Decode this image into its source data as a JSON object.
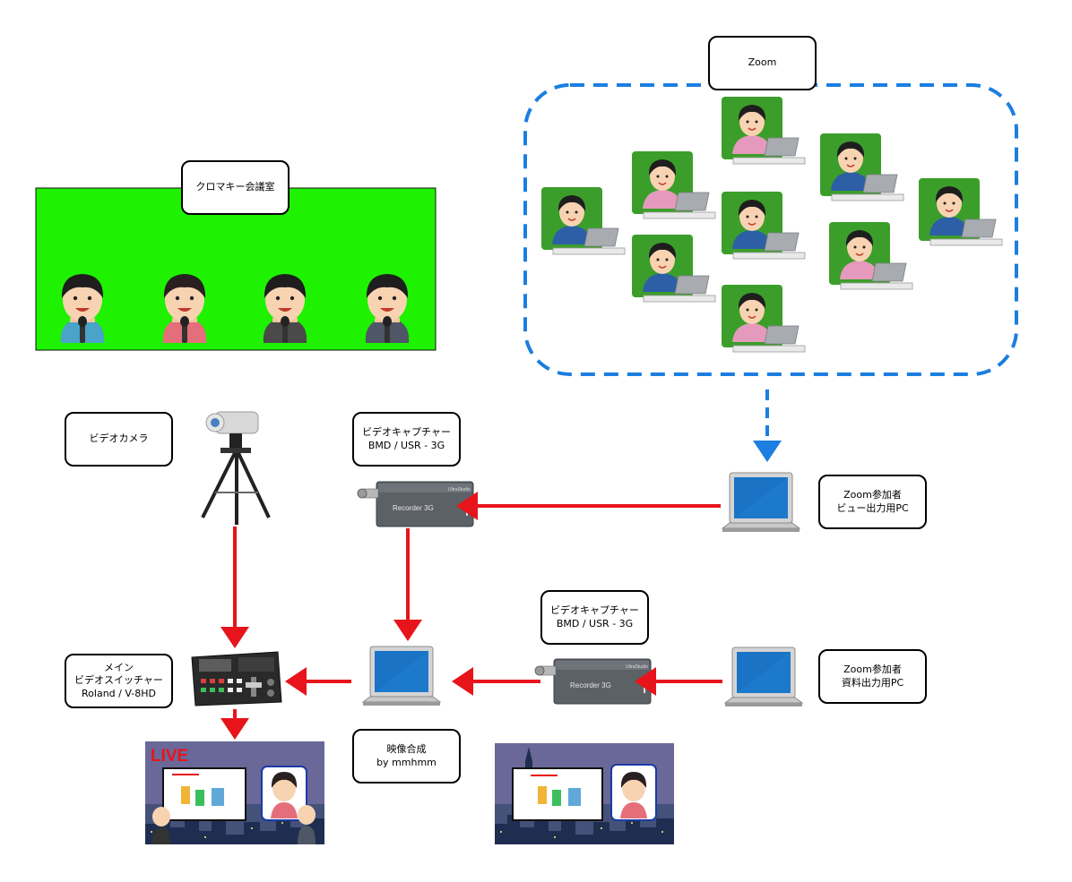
{
  "labels": {
    "zoom": "Zoom",
    "chroma_room": "クロマキー会議室",
    "video_camera": "ビデオカメラ",
    "capture_top": {
      "line1": "ビデオキャプチャー",
      "line2": "BMD / USR - 3G"
    },
    "capture_bottom": {
      "line1": "ビデオキャプチャー",
      "line2": "BMD / USR - 3G"
    },
    "zoom_view_pc": {
      "line1": "Zoom参加者",
      "line2": "ビュー出力用PC"
    },
    "zoom_doc_pc": {
      "line1": "Zoom参加者",
      "line2": "資料出力用PC"
    },
    "switcher": {
      "line1": "メイン",
      "line2": "ビデオスイッチャー",
      "line3": "Roland / V-8HD"
    },
    "compositing": {
      "line1": "映像合成",
      "line2": "by mmhmm"
    }
  },
  "device_text": {
    "recorder_brand": "UltraStudio",
    "recorder_model": "Recorder 3G",
    "live_badge": "LIVE"
  },
  "colors": {
    "chroma_green": "#1ef200",
    "arrow_red": "#e8141b",
    "zoom_blue": "#1b7ee0",
    "laptop_screen": "#1a73c4",
    "tile_green": "#3c9e2a",
    "recorder_grey": "#5c6166",
    "sky_purple": "#6a6898",
    "city_dark": "#1f2e50"
  }
}
